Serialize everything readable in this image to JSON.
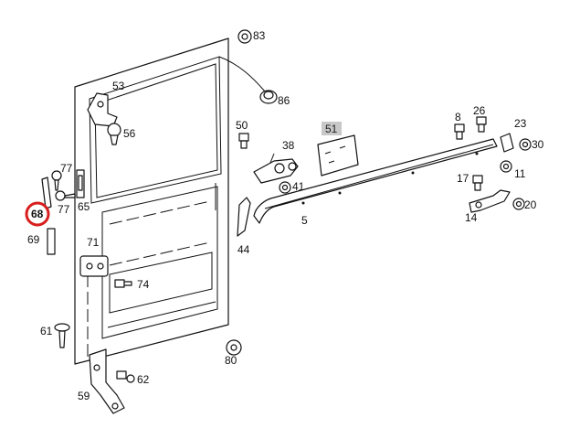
{
  "highlight": {
    "part": "68",
    "ring_color": "#d81e1e"
  },
  "boxed_label_fill": "#c8c8c8",
  "callouts": {
    "p5": "5",
    "p8": "8",
    "p11": "11",
    "p14": "14",
    "p17": "17",
    "p20": "20",
    "p23": "23",
    "p26": "26",
    "p30": "30",
    "p38": "38",
    "p41": "41",
    "p44": "44",
    "p50": "50",
    "p51": "51",
    "p53": "53",
    "p56": "56",
    "p59": "59",
    "p61": "61",
    "p62": "62",
    "p65": "65",
    "p68": "68",
    "p69": "69",
    "p71": "71",
    "p74": "74",
    "p77a": "77",
    "p77b": "77",
    "p80": "80",
    "p83": "83",
    "p86": "86"
  }
}
